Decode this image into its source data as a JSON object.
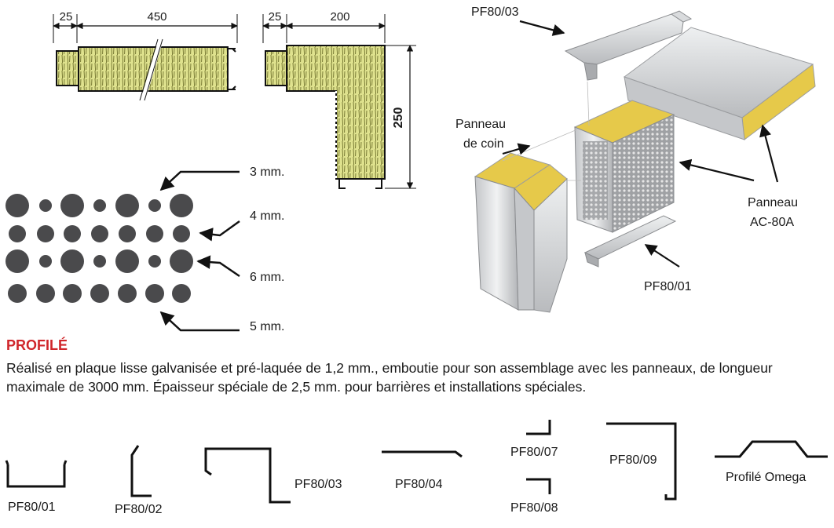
{
  "top_drawings": {
    "dim_25_a": "25",
    "dim_450": "450",
    "dim_25_b": "25",
    "dim_200": "200",
    "dim_250": "250"
  },
  "perforations": {
    "labels": [
      "3 mm.",
      "4 mm.",
      "6 mm.",
      "5 mm."
    ]
  },
  "exploded": {
    "pf80_03": "PF80/03",
    "panneau_coin": [
      "Panneau",
      "de coin"
    ],
    "panneau_ac": [
      "Panneau",
      "AC-80A"
    ],
    "pf80_01": "PF80/01"
  },
  "section": {
    "title": "PROFILÉ",
    "description": "Réalisé en plaque lisse galvanisée et pré-laquée de 1,2 mm., emboutie pour son assemblage avec les panneaux, de longueur maximale de 3000 mm. Épaisseur spéciale de 2,5 mm. pour barrières et installations spéciales."
  },
  "profiles": [
    "PF80/01",
    "PF80/02",
    "PF80/03",
    "PF80/04",
    "PF80/07",
    "PF80/08",
    "PF80/09",
    "Profilé Omega"
  ],
  "colors": {
    "foam": "#dfe28e",
    "accent": "#d0262b",
    "dot": "#4a4a4c"
  }
}
